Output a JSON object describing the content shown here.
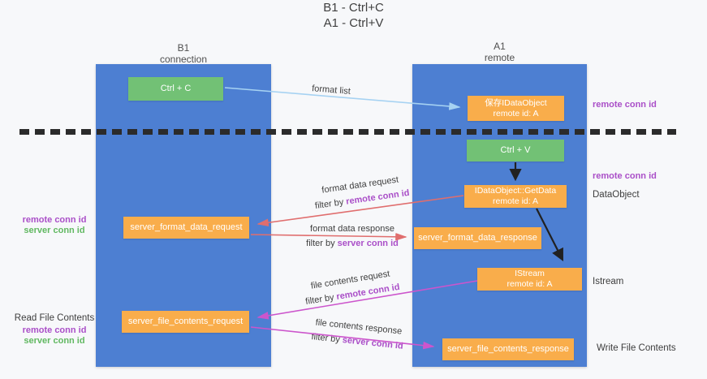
{
  "title": {
    "line1": "B1 - Ctrl+C",
    "line2": "A1 - Ctrl+V"
  },
  "columns": {
    "left": {
      "title": "B1",
      "subtitle": "connection"
    },
    "right": {
      "title": "A1",
      "subtitle": "remote"
    }
  },
  "nodes": {
    "ctrl_c": {
      "label": "Ctrl + C"
    },
    "ctrl_v": {
      "label": "Ctrl + V"
    },
    "save_dataobject": {
      "line1": "保存IDataObject",
      "line2": "remote id: A"
    },
    "getdata": {
      "line1": "IDataObject::GetData",
      "line2": "remote id: A"
    },
    "istream": {
      "line1": "IStream",
      "line2": "remote id: A"
    },
    "format_request": {
      "label": "server_format_data_request"
    },
    "format_response": {
      "label": "server_format_data_response"
    },
    "file_request": {
      "label": "server_file_contents_request"
    },
    "file_response": {
      "label": "server_file_contents_response"
    }
  },
  "flow_labels": {
    "format_list": "format list",
    "format_request": {
      "line1": "format data request",
      "filter_prefix": "filter by ",
      "filter_value": "remote conn id"
    },
    "format_response": {
      "line1": "format data response",
      "filter_prefix": "filter by ",
      "filter_value": "server conn id"
    },
    "file_request": {
      "line1": "file contents request",
      "filter_prefix": "filter by ",
      "filter_value": "remote conn id"
    },
    "file_response": {
      "line1": "file contents response",
      "filter_prefix": "filter by ",
      "filter_value": "server conn id"
    }
  },
  "left_labels": {
    "format_remote": "remote conn id",
    "format_server": "server conn id",
    "read_file": "Read File Contents",
    "file_remote": "remote conn id",
    "file_server": "server conn id"
  },
  "right_labels": {
    "remote_conn_top": "remote conn id",
    "remote_conn_mid": "remote conn id",
    "dataobject": "DataObject",
    "istream": "Istream",
    "write_file": "Write File Contents"
  },
  "colors": {
    "column_blue": "#4d7fd2",
    "node_green": "#72c175",
    "node_orange": "#f9ad4b",
    "remote_conn_purple": "#aa4fc8",
    "server_conn_green": "#61b861",
    "arrow_red": "#e06e6e",
    "arrow_magenta": "#cc55cc",
    "arrow_light_blue": "#a6d2f2",
    "arrow_black": "#212121"
  }
}
